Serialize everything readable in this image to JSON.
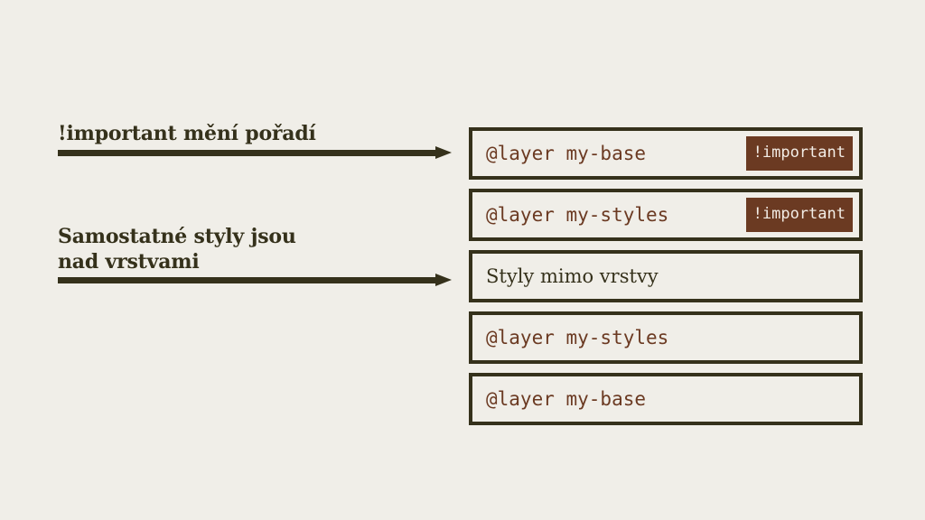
{
  "canvas": {
    "background_color": "#F0EEE8",
    "ink_color": "#35311B",
    "accent_color": "#6B3A22"
  },
  "annotations": [
    {
      "id": "important-changes-order",
      "label": "!important mění pořadí",
      "arrow": {
        "direction": "right"
      }
    },
    {
      "id": "standalone-styles-above-layers",
      "label": "Samostatné styly jsou\nnad vrstvami",
      "arrow": {
        "direction": "right"
      }
    }
  ],
  "layer_stack": {
    "boxes": [
      {
        "id": "my-base-important",
        "text": "@layer my-base",
        "style": "mono",
        "badge": "!important"
      },
      {
        "id": "my-styles-important",
        "text": "@layer my-styles",
        "style": "mono",
        "badge": "!important"
      },
      {
        "id": "styles-outside-layers",
        "text": "Styly mimo vrstvy",
        "style": "serif",
        "badge": null
      },
      {
        "id": "my-styles",
        "text": "@layer my-styles",
        "style": "mono",
        "badge": null
      },
      {
        "id": "my-base",
        "text": "@layer my-base",
        "style": "mono",
        "badge": null
      }
    ]
  }
}
